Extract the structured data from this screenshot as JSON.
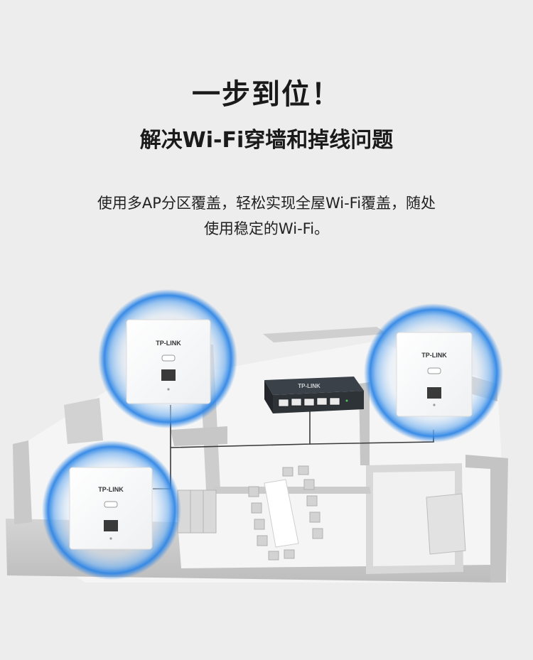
{
  "header": {
    "title": "一步到位！",
    "subtitle": "解决Wi-Fi穿墙和掉线问题"
  },
  "description": {
    "line1": "使用多AP分区覆盖，轻松实现全屋Wi-Fi覆盖，随处",
    "line2": "使用稳定的Wi-Fi。"
  },
  "devices": {
    "ap_brand": "TP-LINK",
    "switch_brand": "TP-LINK"
  },
  "colors": {
    "background": "#ededed",
    "coverage_blue": "#3a8ee6",
    "wall": "#c8c8c8",
    "floor": "#f4f4f4",
    "switch_body": "#2e3338"
  }
}
